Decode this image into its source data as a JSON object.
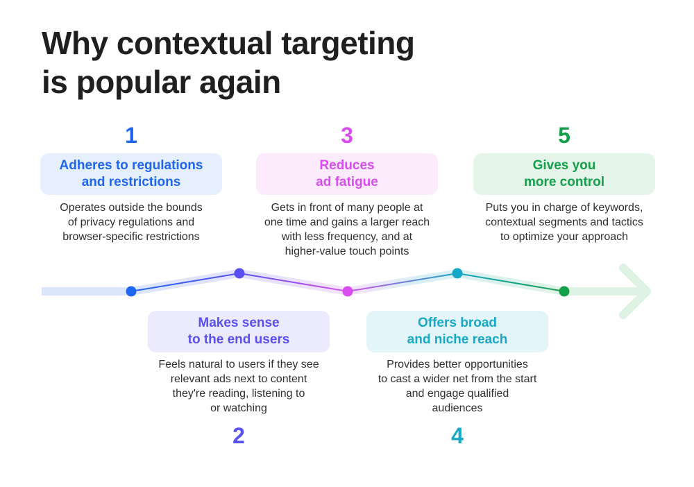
{
  "title": {
    "line1": "Why contextual targeting",
    "line2": "is popular again"
  },
  "steps": [
    {
      "number": "1",
      "color": "#1f66f0",
      "bg": "#e6effd",
      "heading": [
        "Adheres to regulations",
        "and restrictions"
      ],
      "desc": [
        "Operates outside the bounds",
        "of privacy regulations and",
        "browser-specific restrictions"
      ]
    },
    {
      "number": "2",
      "color": "#5a4ff0",
      "bg": "#ecebfd",
      "heading": [
        "Makes sense",
        "to the end users"
      ],
      "desc": [
        "Feels natural to users if they see",
        "relevant ads next to content",
        "they're reading, listening to",
        "or watching"
      ]
    },
    {
      "number": "3",
      "color": "#d94df0",
      "bg": "#fcebfd",
      "heading": [
        "Reduces",
        "ad fatigue"
      ],
      "desc": [
        "Gets in front of many people at",
        "one time and gains a larger reach",
        "with less frequency, and at",
        "higher-value touch points"
      ]
    },
    {
      "number": "4",
      "color": "#16a8c6",
      "bg": "#e4f5fa",
      "heading": [
        "Offers broad",
        "and niche reach"
      ],
      "desc": [
        "Provides better opportunities",
        "to cast a wider net from the start",
        "and engage qualified",
        "audiences"
      ]
    },
    {
      "number": "5",
      "color": "#14a04a",
      "bg": "#e6f5ea",
      "heading": [
        "Gives you",
        "more control"
      ],
      "desc": [
        "Puts you in charge of keywords,",
        "contextual segments and tactics",
        "to optimize your approach"
      ]
    }
  ]
}
